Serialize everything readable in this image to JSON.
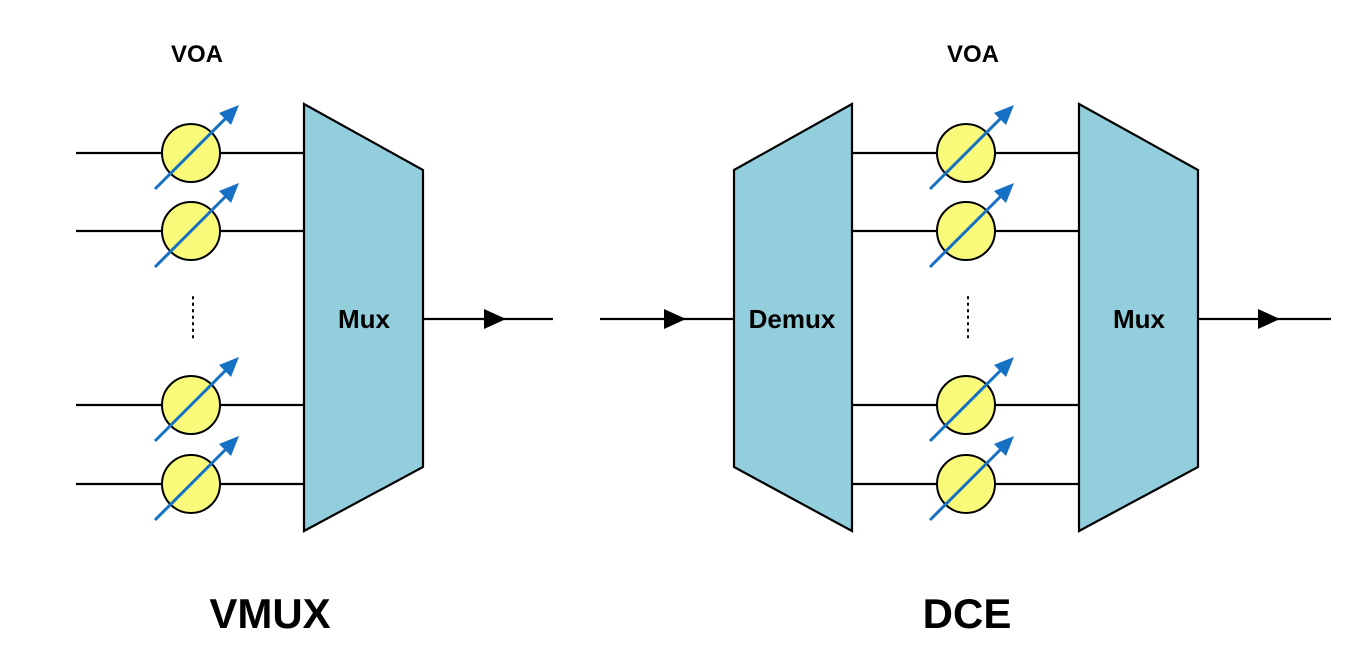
{
  "colors": {
    "block_fill": "#93CEDC",
    "voa_fill": "#FAFA7A",
    "arrow": "#1670C4",
    "line": "#000000"
  },
  "vmux": {
    "title": "VMUX",
    "voa_label": "VOA",
    "mux_label": "Mux"
  },
  "dce": {
    "title": "DCE",
    "voa_label": "VOA",
    "demux_label": "Demux",
    "mux_label": "Mux"
  }
}
